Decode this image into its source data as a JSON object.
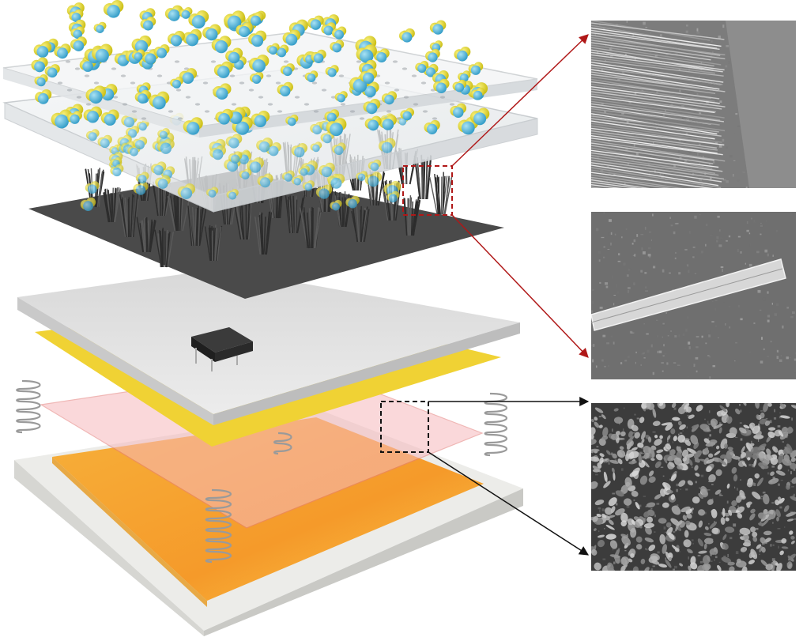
{
  "figure": {
    "layers": [
      {
        "name": "top-cover-plate"
      },
      {
        "name": "cover-frame"
      },
      {
        "name": "nanowire-bundle-substrate"
      },
      {
        "name": "circuit-board"
      },
      {
        "name": "yellow-film"
      },
      {
        "name": "pink-membrane"
      },
      {
        "name": "orange-heater-base"
      }
    ],
    "components": [
      {
        "name": "gas-molecules",
        "icon": "molecule-icon",
        "count": 120
      },
      {
        "name": "nanowire-bundles",
        "icon": "nanowire-bundle-icon",
        "count": 34
      },
      {
        "name": "microchip",
        "icon": "chip-icon"
      },
      {
        "name": "springs",
        "icon": "spring-icon",
        "count": 4
      }
    ],
    "insets": [
      {
        "name": "sem-nanowire-array",
        "source": "nanowire-bundle-zoom"
      },
      {
        "name": "sem-single-nanowire",
        "source": "nanowire-bundle-zoom"
      },
      {
        "name": "sem-porous-film",
        "source": "membrane-zoom"
      }
    ],
    "colors": {
      "molecule_yellow": "#e6d81e",
      "molecule_blue": "#4fb6dc",
      "nanowire_substrate": "#4a4a4a",
      "board": "#e4e4e4",
      "yellow_film": "#f0d234",
      "pink_membrane": "#f6b9bc",
      "orange_base": "#f39a2b",
      "zoom_arrow_red": "#b01818",
      "zoom_arrow_black": "#111111"
    }
  }
}
